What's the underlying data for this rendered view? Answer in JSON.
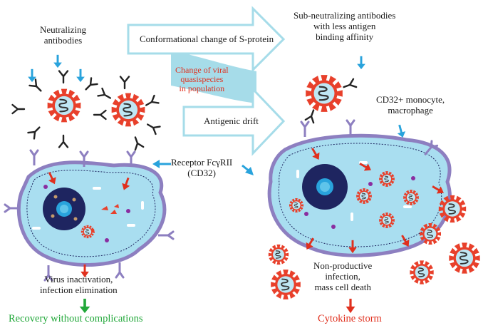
{
  "labels": {
    "neutralizing_antibodies": [
      "Neutralizing",
      "antibodies"
    ],
    "conformational_change": "Conformational change of S-protein",
    "change_of_quasispecies": [
      "Change of viral",
      "quasispecies",
      "in population"
    ],
    "antigenic_drift": "Antigenic drift",
    "sub_neutralizing": [
      "Sub-neutralizing antibodies",
      "with less antigen",
      "binding affinity"
    ],
    "cd32_monocyte": [
      "CD32+ monocyte,",
      "macrophage"
    ],
    "receptor": [
      "Receptor FcγRII",
      "(CD32)"
    ],
    "virus_inactivation": [
      "Virus inactivation,",
      "infection elimination"
    ],
    "non_productive": [
      "Non-productive",
      "infection,",
      "mass cell death"
    ],
    "recovery": "Recovery without complications",
    "cytokine_storm": "Cytokine storm"
  },
  "colors": {
    "virus_red": "#e8402b",
    "cell_fill": "#a9def0",
    "membrane_purple": "#8d7fc0",
    "nucleus": "#1e2560",
    "arrow_blue": "#29a3dc",
    "result_red": "#e0301e",
    "result_green": "#22a83a",
    "band_blue": "#a6dce9"
  },
  "icons": [
    "virus-icon",
    "antibody-icon",
    "nucleus-icon",
    "arrow-icon"
  ]
}
